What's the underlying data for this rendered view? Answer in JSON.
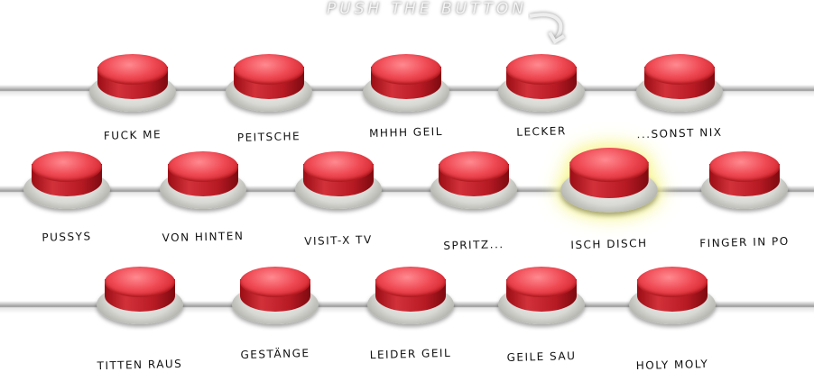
{
  "header": {
    "title": "PUSH THE BUTTON",
    "arrow_icon": "curved-arrow-down-icon"
  },
  "rows": [
    {
      "buttons": [
        {
          "label": "FUCK ME"
        },
        {
          "label": "PEITSCHE"
        },
        {
          "label": "MHHH GEIL"
        },
        {
          "label": "LECKER"
        },
        {
          "label": "...SONST NIX"
        }
      ]
    },
    {
      "buttons": [
        {
          "label": "PUSSYS"
        },
        {
          "label": "VON HINTEN"
        },
        {
          "label": "VISIT-X TV"
        },
        {
          "label": "SPRITZ..."
        },
        {
          "label": "ISCH DISCH",
          "highlighted": true
        },
        {
          "label": "FINGER IN PO"
        }
      ]
    },
    {
      "buttons": [
        {
          "label": "TITTEN RAUS"
        },
        {
          "label": "GESTÄNGE"
        },
        {
          "label": "LEIDER GEIL"
        },
        {
          "label": "GEILE SAU"
        },
        {
          "label": "HOLY MOLY"
        }
      ]
    }
  ],
  "colors": {
    "button_red": "#e03a44",
    "glow": "#f7f58a"
  }
}
